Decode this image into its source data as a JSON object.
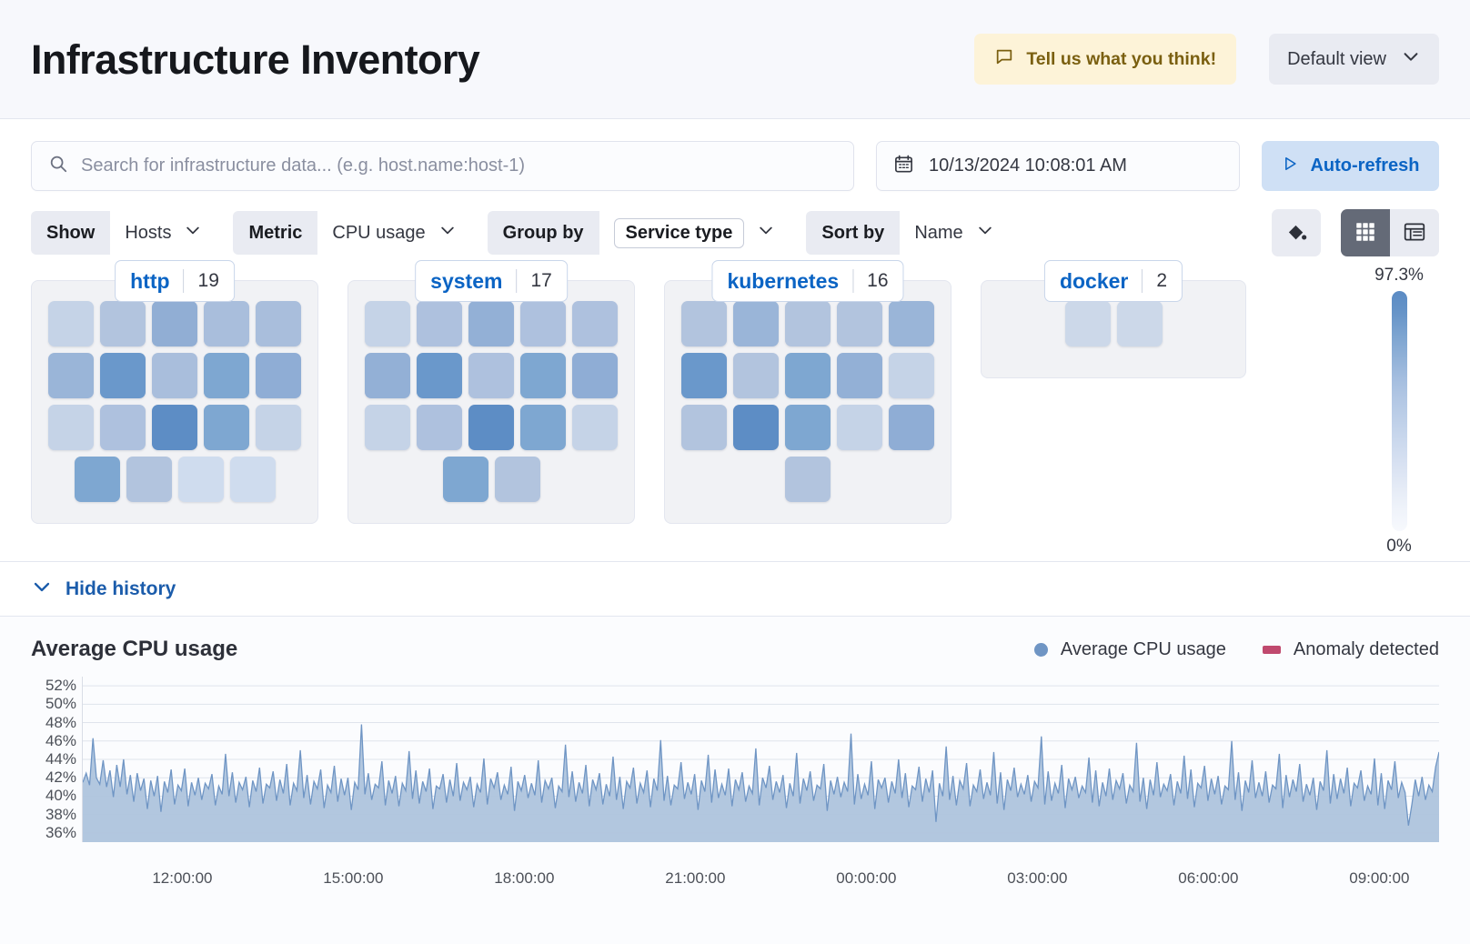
{
  "header": {
    "title": "Infrastructure Inventory",
    "feedback_label": "Tell us what you think!",
    "feedback_icon": "comment-icon",
    "view_label": "Default view",
    "view_icon": "chevron-down-icon"
  },
  "search": {
    "placeholder": "Search for infrastructure data... (e.g. host.name:host-1)",
    "value": "",
    "icon": "search-icon"
  },
  "datepicker": {
    "value": "10/13/2024 10:08:01 AM",
    "icon": "calendar-icon"
  },
  "autorefresh": {
    "label": "Auto-refresh",
    "icon": "play-icon"
  },
  "filters": [
    {
      "label": "Show",
      "value": "Hosts",
      "boxed": false
    },
    {
      "label": "Metric",
      "value": "CPU usage",
      "boxed": false
    },
    {
      "label": "Group by",
      "value": "Service type",
      "boxed": true
    },
    {
      "label": "Sort by",
      "value": "Name",
      "boxed": false
    }
  ],
  "view_controls": {
    "palette_icon": "fill-color-icon",
    "grid_icon": "grid-view-icon",
    "table_icon": "table-view-icon",
    "active": "grid"
  },
  "legend": {
    "max": "97.3%",
    "min": "0%"
  },
  "groups": [
    {
      "name": "http",
      "count": "19",
      "tiles": [
        "#c5d3e7",
        "#b2c4de",
        "#91aed4",
        "#a9bedc",
        "#a9bedc",
        "#9ab5d8",
        "#6a98cb",
        "#a9bedc",
        "#7ea7d1",
        "#8fadd5",
        "#c5d3e7",
        "#aec1de",
        "#5d8dc5",
        "#7ea7d1",
        "#c5d3e7",
        "#7ea7d1",
        "#b2c4de",
        "#cfdcee",
        "#cfdcee"
      ],
      "rows": [
        5,
        5,
        5,
        4
      ]
    },
    {
      "name": "system",
      "count": "17",
      "tiles": [
        "#c5d3e7",
        "#aec1de",
        "#93b0d6",
        "#aec1de",
        "#aec1de",
        "#93b0d6",
        "#6a98cb",
        "#aec1de",
        "#7ea7d1",
        "#8fadd5",
        "#c5d3e7",
        "#aec1de",
        "#5d8dc5",
        "#7ea7d1",
        "#c5d3e7",
        "#7ea7d1",
        "#b2c4de"
      ],
      "rows": [
        5,
        5,
        5,
        2
      ]
    },
    {
      "name": "kubernetes",
      "count": "16",
      "tiles": [
        "#b2c4de",
        "#9ab5d8",
        "#b2c4de",
        "#b2c4de",
        "#9ab5d8",
        "#6a98cb",
        "#b2c4de",
        "#7ea7d1",
        "#93b0d6",
        "#c5d3e7",
        "#b2c4de",
        "#5d8dc5",
        "#7ea7d1",
        "#c5d3e7",
        "#8fadd5",
        "#b2c4de"
      ],
      "rows": [
        5,
        5,
        5,
        1
      ]
    },
    {
      "name": "docker",
      "count": "2",
      "tiles": [
        "#ccd8e9",
        "#ccd8e9"
      ],
      "rows": [
        2
      ]
    }
  ],
  "history": {
    "toggle_label": "Hide history",
    "toggle_icon": "chevron-down-icon"
  },
  "chart_data": {
    "type": "area",
    "title": "Average CPU usage",
    "xlabel": "",
    "ylabel": "",
    "ylim": [
      35,
      53
    ],
    "yticks": [
      "36%",
      "38%",
      "40%",
      "42%",
      "44%",
      "46%",
      "48%",
      "50%",
      "52%"
    ],
    "ytick_values": [
      36,
      38,
      40,
      42,
      44,
      46,
      48,
      50,
      52
    ],
    "xticks": [
      "12:00:00",
      "15:00:00",
      "18:00:00",
      "21:00:00",
      "00:00:00",
      "03:00:00",
      "06:00:00",
      "09:00:00"
    ],
    "xtick_positions": [
      0.074,
      0.2,
      0.326,
      0.452,
      0.578,
      0.704,
      0.83,
      0.956
    ],
    "grid": true,
    "legend_position": "top-right",
    "series": [
      {
        "name": "Average CPU usage",
        "color": "#6f95c4",
        "fill": "#aec4dd",
        "values": [
          41.5,
          42.5,
          41.2,
          46.3,
          42.0,
          41.3,
          43.9,
          41.0,
          42.8,
          39.9,
          43.4,
          41.0,
          44.0,
          40.2,
          42.3,
          39.4,
          42.5,
          40.6,
          41.9,
          38.6,
          41.7,
          40.0,
          42.2,
          38.3,
          41.6,
          40.4,
          42.9,
          39.1,
          41.2,
          40.6,
          43.0,
          38.9,
          41.5,
          40.1,
          42.0,
          39.6,
          41.4,
          40.8,
          42.4,
          39.0,
          41.1,
          40.2,
          44.6,
          40.0,
          42.6,
          39.3,
          41.5,
          40.7,
          42.1,
          38.8,
          41.7,
          40.5,
          43.1,
          39.2,
          41.3,
          40.9,
          42.7,
          39.5,
          41.8,
          40.3,
          43.5,
          39.0,
          41.4,
          40.6,
          45.0,
          39.8,
          42.3,
          39.1,
          41.6,
          40.8,
          42.9,
          38.7,
          41.2,
          40.4,
          43.3,
          39.4,
          41.9,
          40.1,
          42.0,
          38.5,
          41.5,
          40.7,
          47.8,
          40.2,
          42.5,
          39.6,
          41.3,
          40.9,
          43.8,
          39.0,
          41.7,
          40.3,
          42.2,
          38.9,
          41.4,
          40.6,
          44.9,
          39.7,
          42.8,
          39.2,
          41.6,
          40.5,
          43.0,
          38.6,
          41.1,
          40.8,
          42.4,
          39.3,
          41.8,
          40.0,
          43.6,
          39.5,
          41.5,
          40.7,
          42.1,
          38.8,
          41.3,
          40.4,
          44.1,
          39.1,
          41.9,
          40.9,
          42.6,
          39.6,
          41.2,
          40.2,
          43.2,
          38.4,
          41.6,
          40.6,
          42.3,
          39.8,
          41.4,
          40.1,
          43.9,
          39.3,
          41.7,
          40.8,
          42.0,
          38.7,
          41.1,
          40.5,
          45.6,
          39.9,
          42.7,
          39.4,
          41.5,
          40.3,
          43.4,
          38.9,
          41.8,
          40.7,
          42.5,
          39.1,
          41.3,
          40.0,
          44.3,
          39.6,
          42.1,
          38.6,
          41.6,
          40.9,
          43.1,
          39.2,
          41.4,
          40.4,
          42.8,
          38.8,
          41.9,
          40.6,
          46.1,
          39.5,
          42.2,
          39.0,
          41.2,
          40.8,
          43.7,
          39.7,
          41.5,
          40.2,
          42.4,
          38.5,
          41.7,
          40.5,
          44.5,
          39.3,
          42.9,
          39.8,
          41.3,
          40.1,
          43.0,
          38.9,
          41.8,
          40.7,
          42.6,
          39.4,
          41.1,
          40.3,
          45.2,
          39.0,
          42.0,
          40.9,
          43.3,
          39.6,
          41.6,
          40.4,
          42.3,
          38.7,
          41.4,
          40.0,
          44.7,
          39.2,
          41.9,
          40.6,
          42.7,
          39.5,
          41.2,
          40.8,
          43.5,
          38.4,
          41.7,
          40.2,
          42.1,
          39.9,
          41.5,
          40.5,
          46.8,
          39.1,
          42.4,
          39.7,
          41.3,
          40.1,
          43.8,
          38.6,
          41.8,
          40.9,
          42.0,
          39.3,
          41.6,
          40.3,
          44.0,
          39.8,
          42.5,
          38.8,
          41.1,
          40.7,
          43.2,
          39.4,
          41.9,
          40.4,
          42.8,
          37.2,
          41.4,
          40.0,
          45.4,
          39.6,
          42.2,
          39.0,
          41.7,
          40.8,
          43.6,
          38.9,
          41.2,
          40.5,
          42.9,
          39.7,
          41.5,
          40.1,
          44.8,
          39.2,
          42.6,
          38.5,
          41.8,
          40.6,
          43.1,
          39.9,
          41.3,
          40.2,
          42.3,
          39.4,
          41.6,
          40.9,
          46.5,
          39.1,
          42.7,
          39.5,
          41.4,
          40.3,
          43.4,
          38.7,
          41.9,
          40.7,
          42.1,
          39.8,
          41.1,
          40.4,
          44.2,
          39.3,
          42.8,
          38.9,
          41.5,
          40.0,
          43.0,
          39.6,
          41.7,
          40.8,
          42.5,
          39.2,
          41.2,
          40.5,
          45.8,
          39.4,
          42.0,
          38.6,
          41.8,
          40.1,
          43.7,
          39.9,
          41.3,
          40.6,
          42.4,
          39.0,
          41.6,
          40.3,
          44.4,
          39.7,
          42.9,
          38.8,
          41.4,
          40.9,
          43.3,
          39.5,
          41.9,
          40.2,
          42.2,
          39.1,
          41.1,
          40.7,
          46.0,
          39.6,
          42.6,
          38.4,
          41.7,
          40.4,
          43.9,
          39.8,
          41.5,
          40.0,
          42.7,
          39.3,
          41.2,
          40.8,
          44.6,
          38.7,
          42.3,
          39.9,
          41.8,
          40.5,
          43.5,
          39.4,
          41.3,
          40.1,
          42.0,
          38.5,
          41.6,
          40.6,
          45.0,
          39.2,
          42.4,
          39.7,
          41.9,
          40.3,
          43.1,
          38.9,
          41.4,
          40.9,
          42.8,
          39.5,
          41.1,
          40.2,
          44.1,
          39.0,
          42.5,
          38.6,
          41.7,
          40.7,
          43.8,
          39.8,
          41.5,
          40.4,
          36.8,
          39.1,
          41.8,
          40.0,
          42.1,
          39.6,
          41.2,
          40.5,
          43.2,
          44.8
        ]
      },
      {
        "name": "Anomaly detected",
        "color": "#c0496e",
        "values": []
      }
    ]
  }
}
